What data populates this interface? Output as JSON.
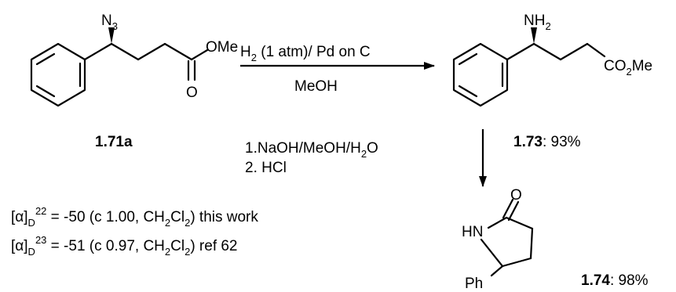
{
  "compounds": {
    "azide": {
      "id": "1.71a",
      "atoms": {
        "azide_n": "N",
        "azide_n_sub": "3",
        "ester_o": "OMe",
        "carbonyl_o": "O"
      }
    },
    "amine": {
      "id": "1.73",
      "yield": ": 93%",
      "atoms": {
        "amine_n": "NH",
        "amine_n_sub": "2",
        "ester_a": "CO",
        "ester_sub": "2",
        "ester_b": "Me"
      }
    },
    "lactam": {
      "id": "1.74",
      "yield": ": 98%",
      "atoms": {
        "carbonyl_o": "O",
        "ring_n": "HN",
        "phenyl": "Ph"
      }
    }
  },
  "reaction1": {
    "reagent_a": "H",
    "reagent_sub": "2",
    "reagent_b": " (1 atm)/ Pd on C",
    "solvent": "MeOH"
  },
  "reaction2": {
    "step1_a": "1.NaOH/MeOH/H",
    "step1_sub": "2",
    "step1_b": "O",
    "step2": "2. HCl"
  },
  "rotations": [
    {
      "alpha": "α",
      "d_sub": "D",
      "temp_sup": "22",
      "value": " = -50 (c 1.00, CH",
      "sub1": "2",
      "cl": "Cl",
      "sub2": "2",
      "tail": ")  this work"
    },
    {
      "alpha": "α",
      "d_sub": "D",
      "temp_sup": "23",
      "value": " = -51 (c 0.97, CH",
      "sub1": "2",
      "cl": "Cl",
      "sub2": "2",
      "tail": ")  ref 62"
    }
  ]
}
